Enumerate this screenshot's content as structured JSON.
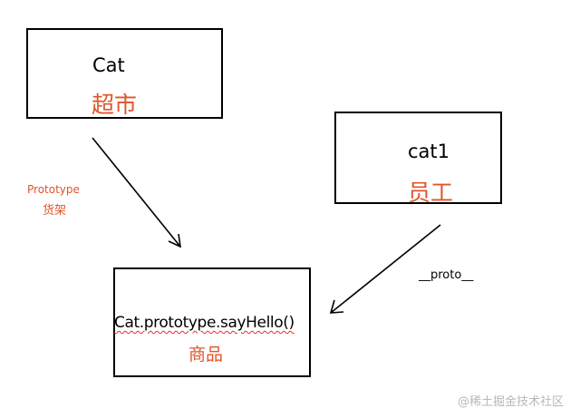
{
  "boxes": {
    "cat": {
      "title": "Cat",
      "subtitle": "超市"
    },
    "cat1": {
      "title": "cat1",
      "subtitle": "员工"
    },
    "prototype": {
      "title": "Cat.prototype.sayHello()",
      "subtitle": "商品"
    }
  },
  "labels": {
    "prototype_en": "Prototype",
    "prototype_cn": "货架",
    "proto": "__proto__"
  },
  "watermark": "@稀土掘金技术社区",
  "colors": {
    "accent": "#e0552a",
    "border": "#000000"
  }
}
